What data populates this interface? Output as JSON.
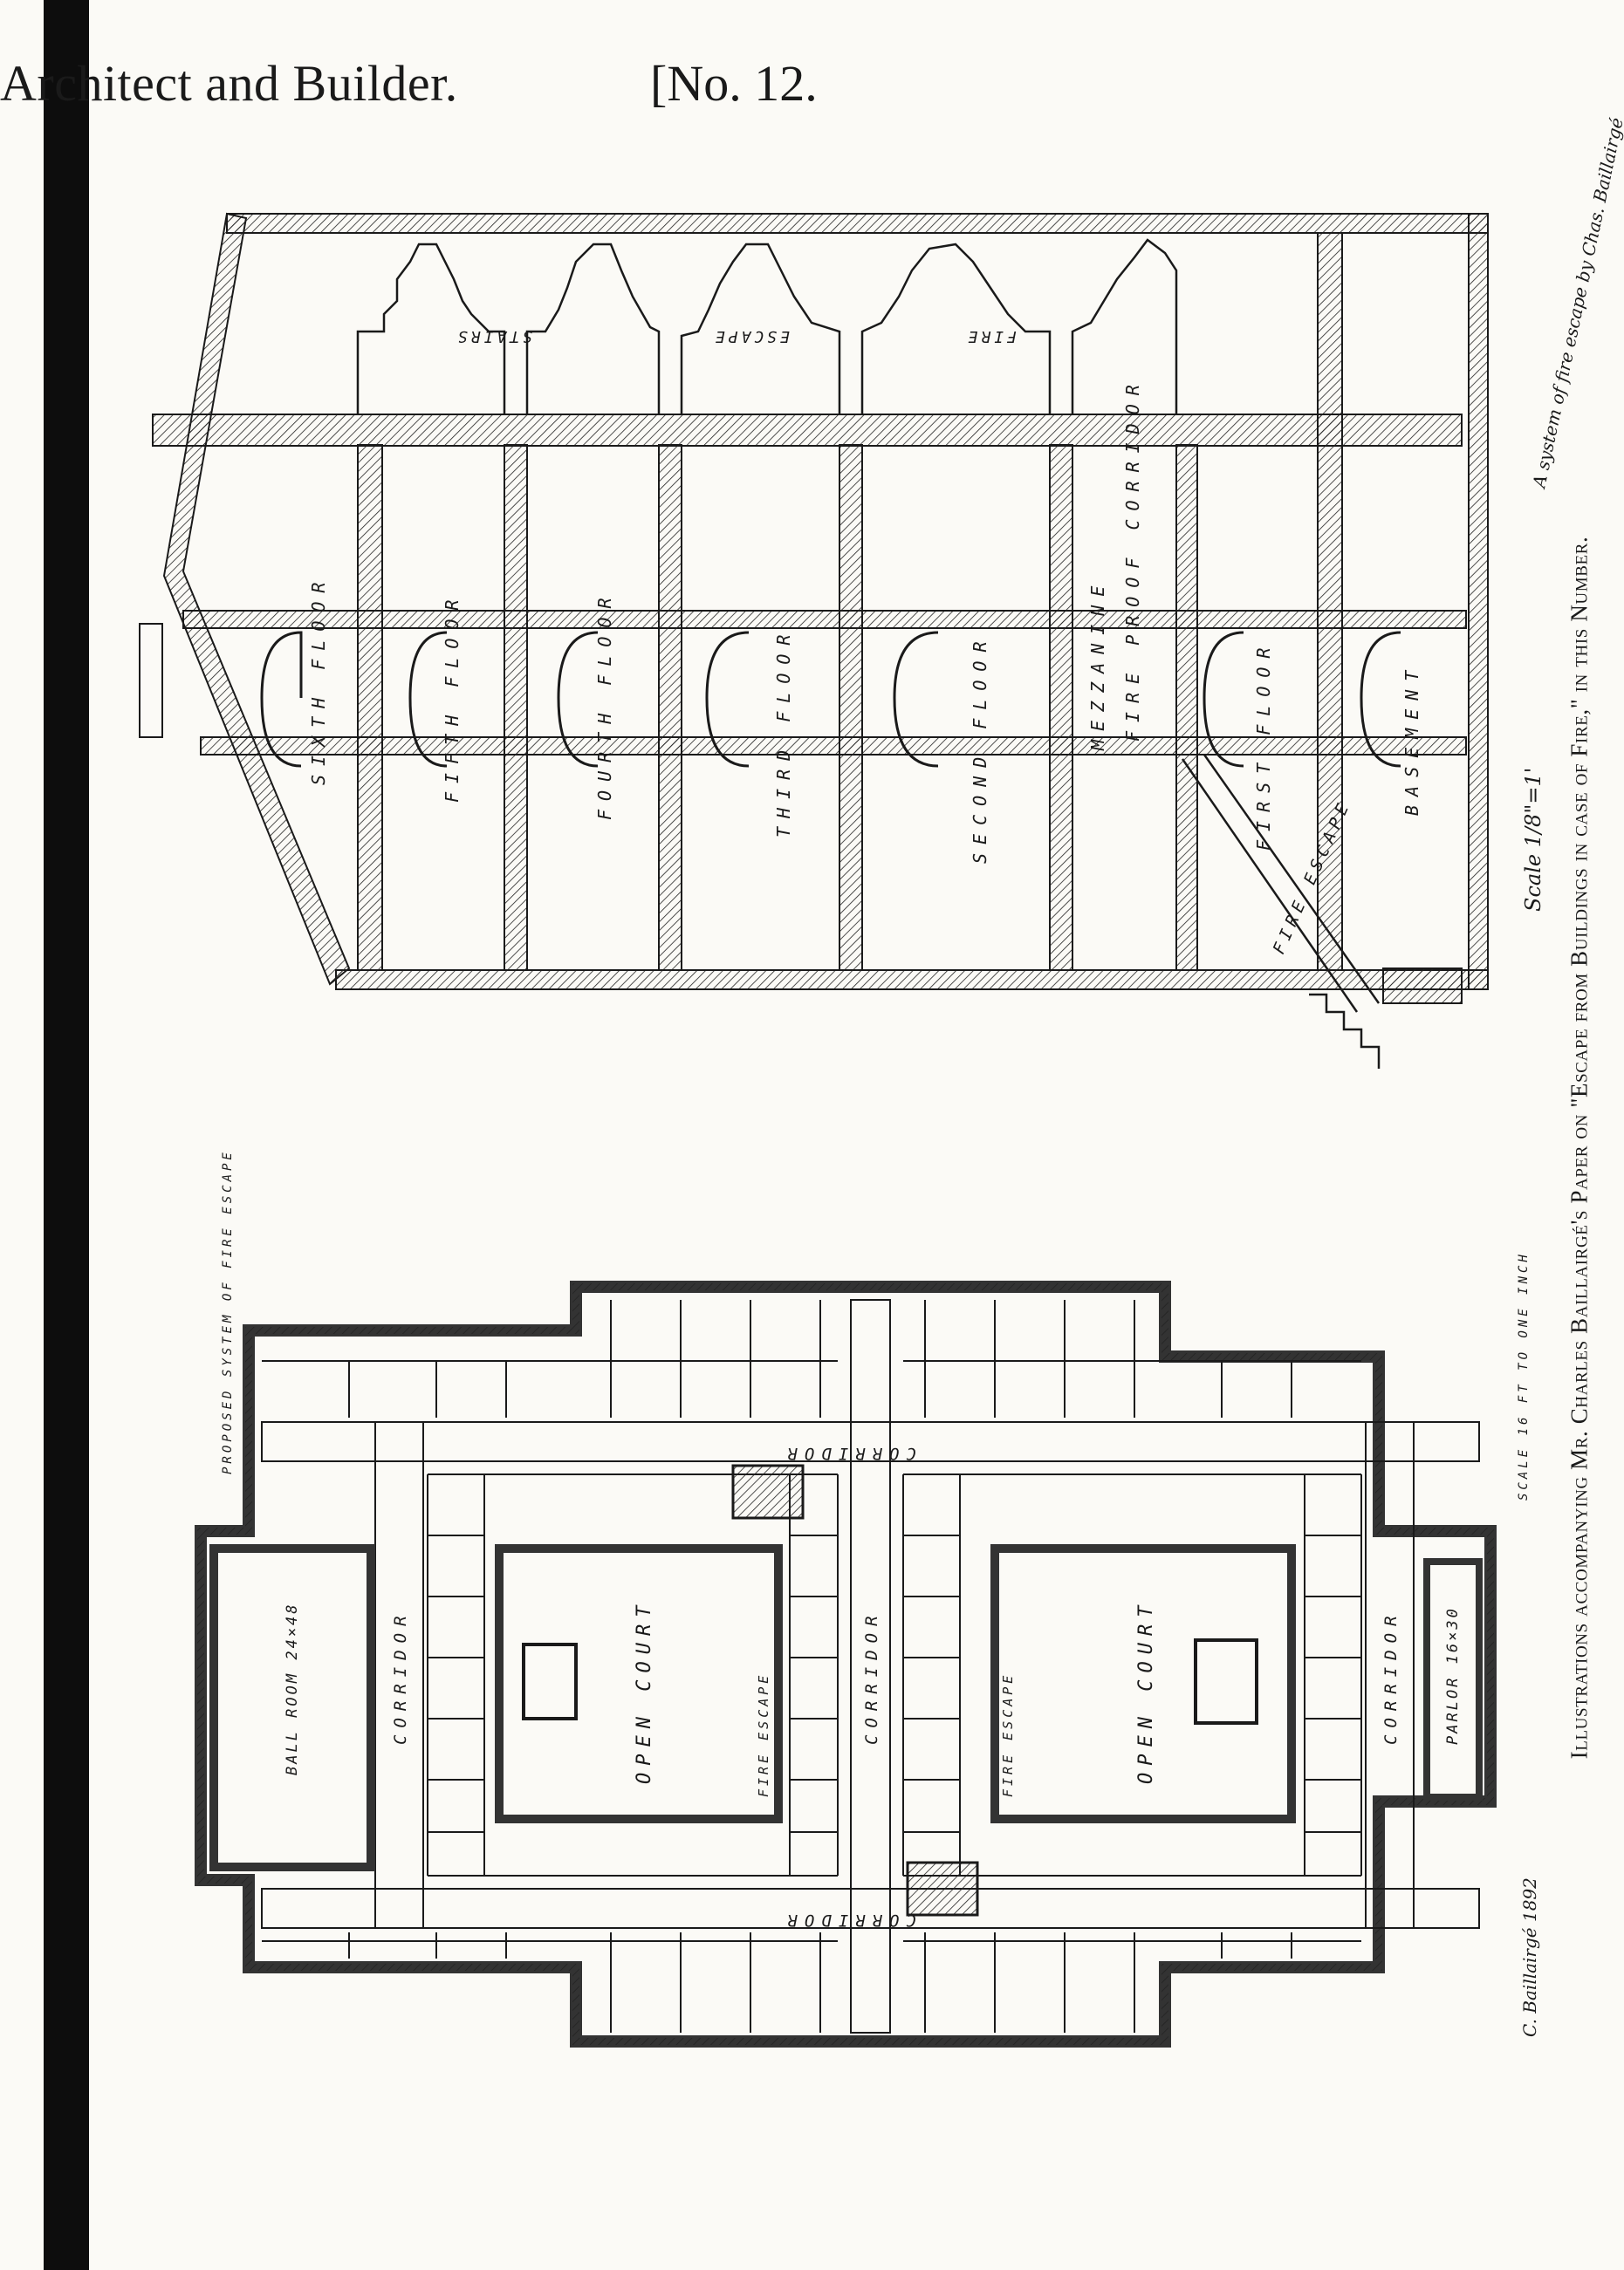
{
  "header": {
    "title": "Architect and Builder.",
    "issue": "[No. 12."
  },
  "section_drawing": {
    "floor_labels": [
      "SIXTH FLOOR",
      "FIFTH FLOOR",
      "FOURTH FLOOR",
      "THIRD FLOOR",
      "SECOND FLOOR",
      "MEZZANINE",
      "FIRE PROOF CORRIDOR",
      "FIRST FLOOR",
      "BASEMENT"
    ],
    "stair_labels": [
      "STAIRS",
      "ESCAPE",
      "FIRE"
    ],
    "fire_escape_label": "FIRE ESCAPE",
    "scale_note": "Scale 1/8\"=1'",
    "signature_note": "A system of fire escape by Chas. Baillairgé"
  },
  "plan_drawing": {
    "proposed_label": "PROPOSED SYSTEM OF FIRE ESCAPE",
    "corridor_label": "CORRIDOR",
    "open_court_label": "OPEN COURT",
    "fire_escape_label": "FIRE ESCAPE",
    "ball_room_label": "BALL ROOM 24×48",
    "parlor_label": "PARLOR 16×30",
    "scale_label": "SCALE 16 FT TO ONE INCH",
    "signature_note": "C. Baillairgé 1892"
  },
  "caption": {
    "text": "Illustrations accompanying Mr. Charles Baillairgé's Paper on \"Escape from Buildings in case of Fire,\" in this Number."
  }
}
